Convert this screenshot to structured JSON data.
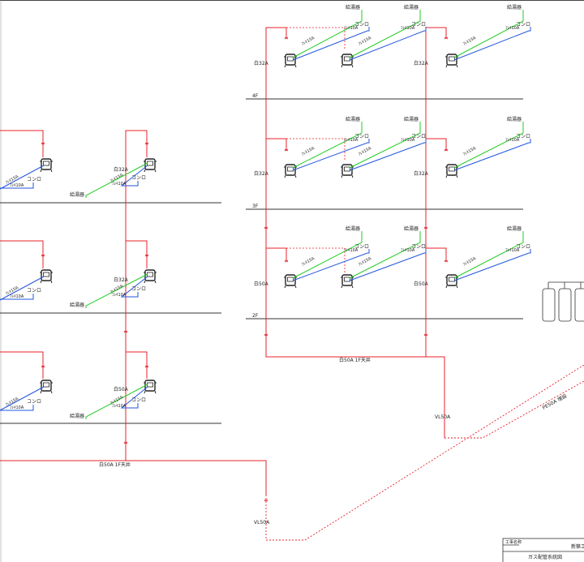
{
  "labels": {
    "water_heater": "給湯器",
    "stove": "コンロ",
    "pipe_15a": "ﾌﾚｷ15A",
    "pipe_10a": "ﾌﾚｷ10A",
    "white_32a": "白32A",
    "white_50a": "白50A",
    "main_1f_left": "白50A 1F天井",
    "main_1f_right": "白50A 1F天井",
    "vl50a": "VL50A",
    "pe50a": "PE50A 埋設",
    "floor_4f": "4F",
    "floor_3f": "3F",
    "floor_2f": "2F"
  },
  "title_block": {
    "project_label": "工事名称",
    "project_name": "新築工",
    "drawing_name": "ガス配管系統図"
  },
  "colors": {
    "gas_pipe": "#e8202a",
    "flexible_pipe_green": "#22cc22",
    "flexible_pipe_blue": "#2255dd",
    "floor_line": "#333333",
    "buried_pipe": "#e8202a"
  }
}
